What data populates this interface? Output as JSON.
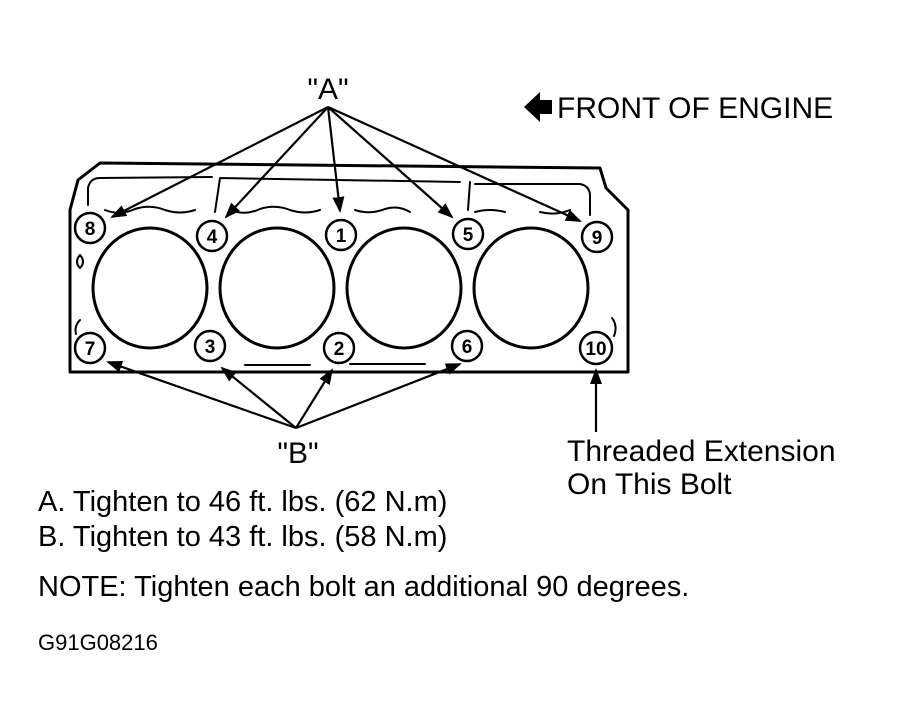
{
  "group_a": {
    "label": "\"A\""
  },
  "group_b": {
    "label": "\"B\""
  },
  "front": {
    "label": "FRONT OF ENGINE"
  },
  "bolts": [
    "1",
    "2",
    "3",
    "4",
    "5",
    "6",
    "7",
    "8",
    "9",
    "10"
  ],
  "extension_note": {
    "line1": "Threaded Extension",
    "line2": "On This Bolt"
  },
  "specs": {
    "a": "A. Tighten to 46 ft. lbs. (62 N.m)",
    "b": "B. Tighten to 43 ft. lbs. (58 N.m)"
  },
  "note": "NOTE: Tighten each bolt an additional 90 degrees.",
  "figure_code": "G91G08216",
  "colors": {
    "ink": "#000000",
    "paper": "#ffffff"
  }
}
